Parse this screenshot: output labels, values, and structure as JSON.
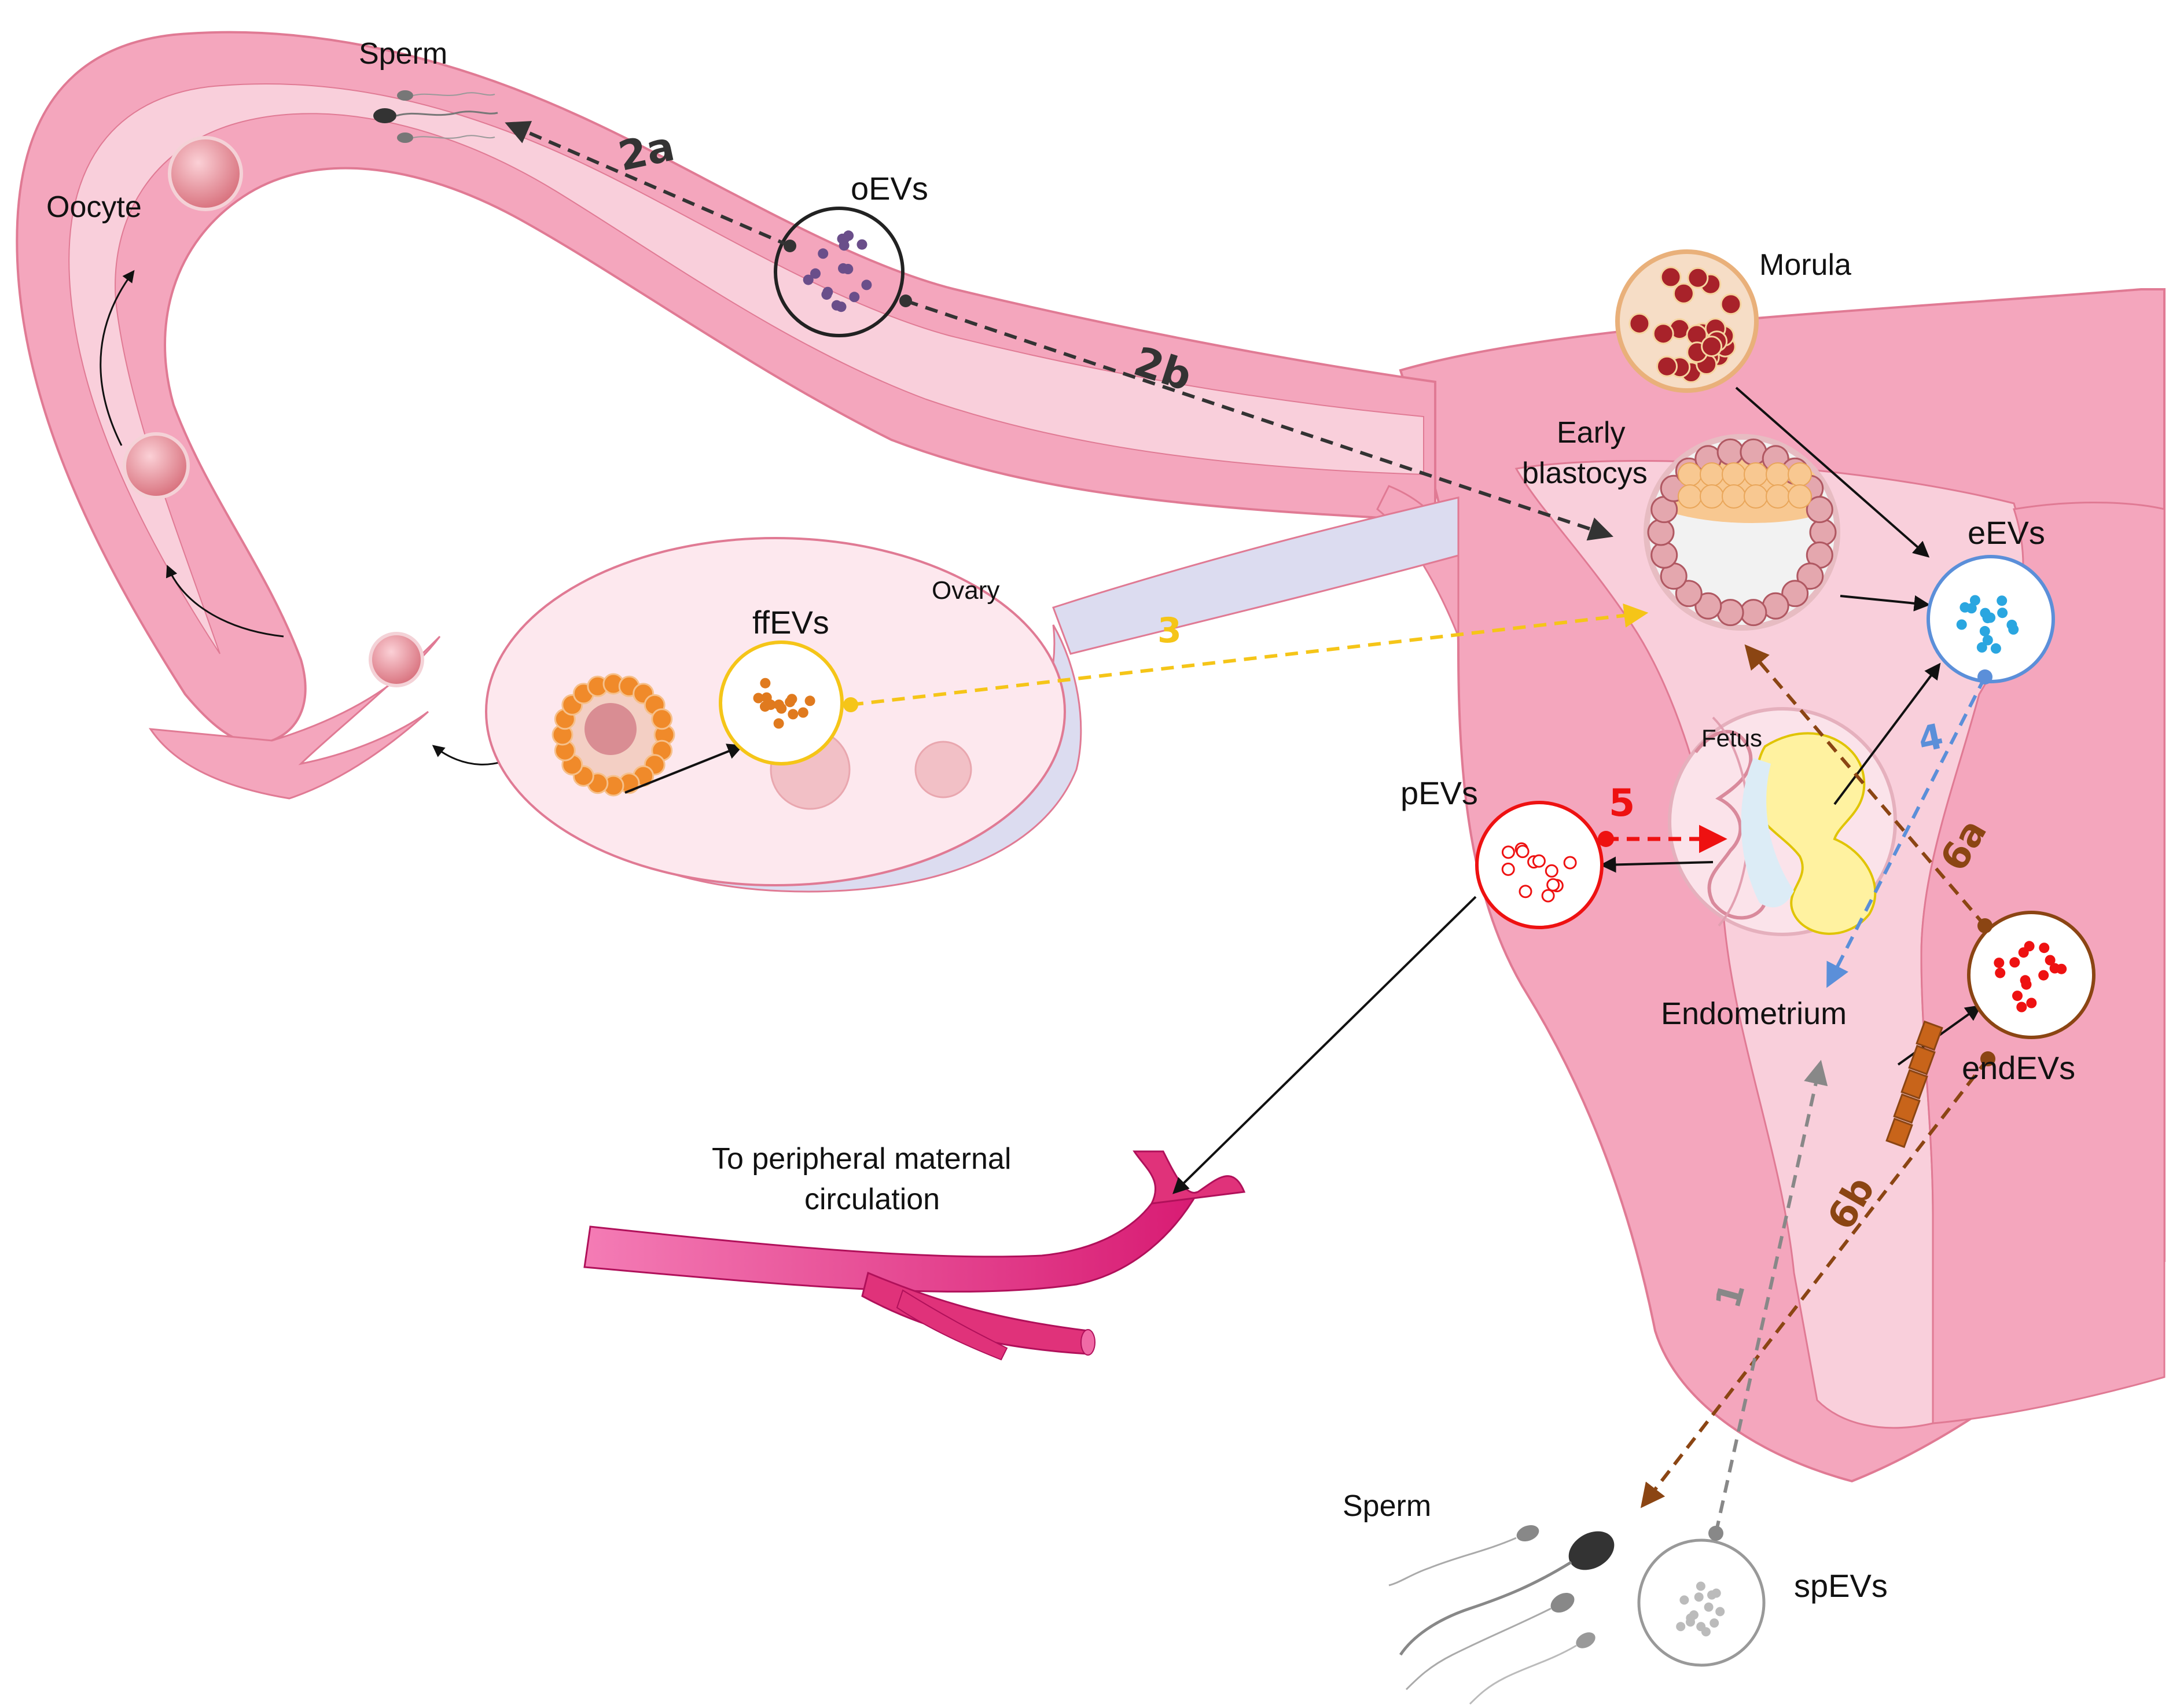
{
  "labels": {
    "sperm_top": "Sperm",
    "oocyte": "Oocyte",
    "oevs": "oEVs",
    "morula": "Morula",
    "early_blastocyst_line1": "Early",
    "early_blastocyst_line2": "blastocys",
    "eevs": "eEVs",
    "ovary": "Ovary",
    "ffevs": "ffEVs",
    "fetus": "Fetus",
    "pevs": "pEVs",
    "endometrium": "Endometrium",
    "endevs": "endEVs",
    "circulation_line1": "To peripheral maternal",
    "circulation_line2": "circulation",
    "sperm_bottom": "Sperm",
    "spevs": "spEVs"
  },
  "pathways": [
    {
      "id": "2a",
      "label": "2a",
      "color": "#333333"
    },
    {
      "id": "2b",
      "label": "2b",
      "color": "#333333"
    },
    {
      "id": "3",
      "label": "3",
      "color": "#f5c518"
    },
    {
      "id": "4",
      "label": "4",
      "color": "#5b8fd9"
    },
    {
      "id": "5",
      "label": "5",
      "color": "#ee1111"
    },
    {
      "id": "6a",
      "label": "6a",
      "color": "#8b4513"
    },
    {
      "id": "6b",
      "label": "6b",
      "color": "#8b4513"
    },
    {
      "id": "1",
      "label": "1",
      "color": "#888888"
    }
  ],
  "colors": {
    "tissue": "#f4a6bd",
    "tissue_light": "#f9cfdb",
    "tissue_outline": "#e07a94",
    "ovary_fill": "#fde8ee",
    "ovary_shadow": "#dcdcf0",
    "vessel": "#e0327a",
    "ffevs": "#f5c518",
    "eevs": "#5b8fd9",
    "pevs": "#ee1111",
    "endevs": "#8b4513",
    "oevs": "#333333",
    "spevs": "#888888"
  }
}
